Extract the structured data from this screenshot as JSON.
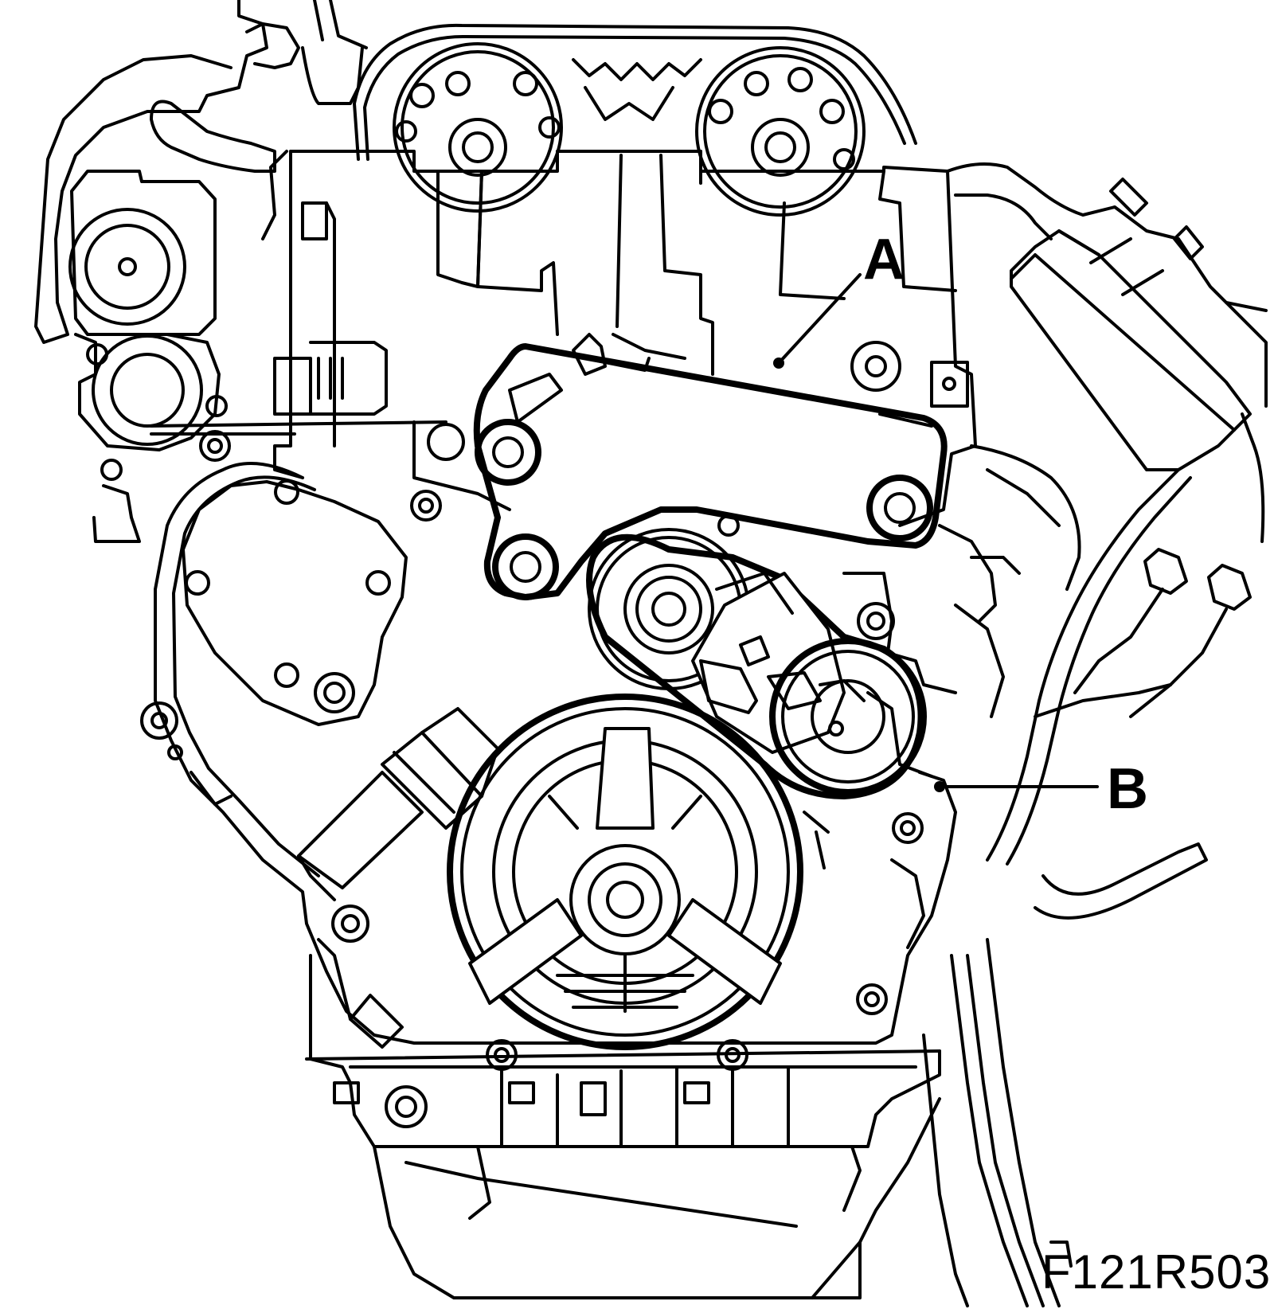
{
  "callouts": [
    {
      "label": "A"
    },
    {
      "label": "B"
    }
  ],
  "figure_id": "F121R503"
}
